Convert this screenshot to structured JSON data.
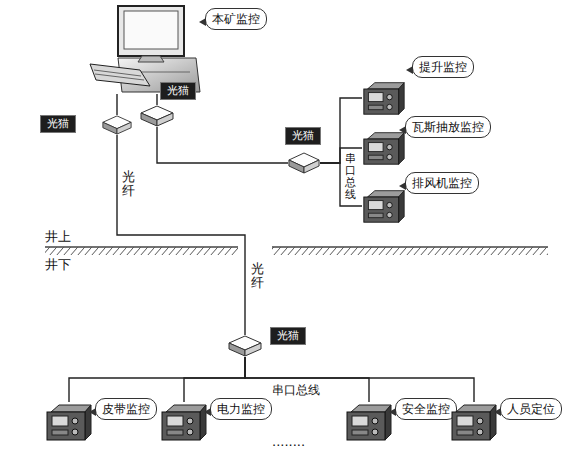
{
  "diagram": {
    "nodes": [
      {
        "text": [
          "本矿监控"
        ]
      },
      {
        "text": [
          "光猫"
        ]
      },
      {
        "text": [
          "光猫"
        ]
      },
      {
        "text": [
          "光猫"
        ]
      },
      {
        "text": [
          "提升监控"
        ]
      },
      {
        "text": [
          "瓦斯抽放监控"
        ]
      },
      {
        "text": [
          "排风机监控"
        ]
      },
      {
        "text": [
          "光猫"
        ]
      },
      {
        "text": [
          "皮带监控"
        ]
      },
      {
        "text": [
          "电力监控"
        ]
      },
      {
        "text": [
          "安全监控"
        ]
      },
      {
        "text": [
          "人员定位"
        ]
      }
    ],
    "edges": [
      {
        "from": 0,
        "to": 1,
        "arrow": "none"
      },
      {
        "from": 0,
        "to": 2,
        "arrow": "none"
      },
      {
        "from": 1,
        "to": 7,
        "arrow": "none"
      },
      {
        "from": 2,
        "to": 3,
        "arrow": "none"
      },
      {
        "from": 3,
        "to": 4,
        "arrow": "none"
      },
      {
        "from": 3,
        "to": 5,
        "arrow": "none"
      },
      {
        "from": 3,
        "to": 6,
        "arrow": "none"
      },
      {
        "from": 7,
        "to": 8,
        "arrow": "none"
      },
      {
        "from": 7,
        "to": 9,
        "arrow": "none"
      },
      {
        "from": 7,
        "to": 10,
        "arrow": "none"
      },
      {
        "from": 7,
        "to": 11,
        "arrow": "none"
      }
    ],
    "labels": [
      "串口总线",
      "光纤",
      "井上",
      "井下",
      "光纤",
      "串口总线",
      "........"
    ]
  }
}
